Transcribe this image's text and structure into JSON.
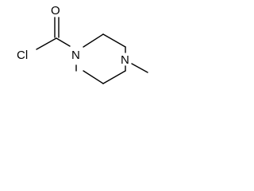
{
  "molecule": {
    "atoms": {
      "oxygen": "O",
      "chlorine": "Cl",
      "nitrogen_1": "N",
      "nitrogen_4": "N"
    },
    "line_color": "#000000",
    "background_color": "#ffffff"
  }
}
